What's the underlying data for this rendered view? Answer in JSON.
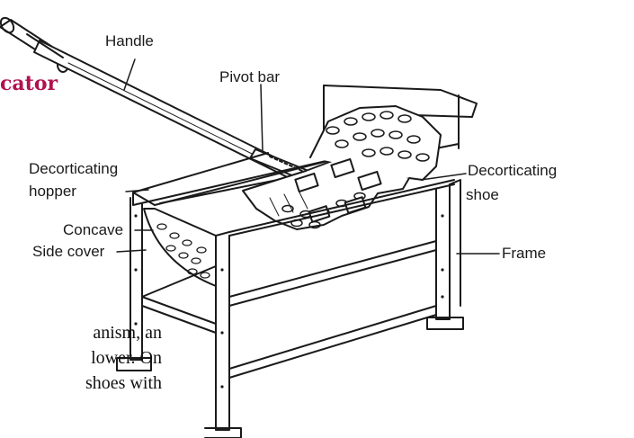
{
  "title_fragment": "cator",
  "body_text_lines": [
    "anism, an",
    "lower. On",
    "shoes with"
  ],
  "labels": {
    "handle": "Handle",
    "pivot_bar": "Pivot bar",
    "decorticating_hopper_1": "Decorticating",
    "decorticating_hopper_2": "hopper",
    "concave": "Concave",
    "side_cover": "Side cover",
    "decorticating_shoe_1": "Decorticating",
    "decorticating_shoe_2": "shoe",
    "frame": "Frame"
  },
  "colors": {
    "title": "#b0124f",
    "ink": "#1a1a1a"
  }
}
